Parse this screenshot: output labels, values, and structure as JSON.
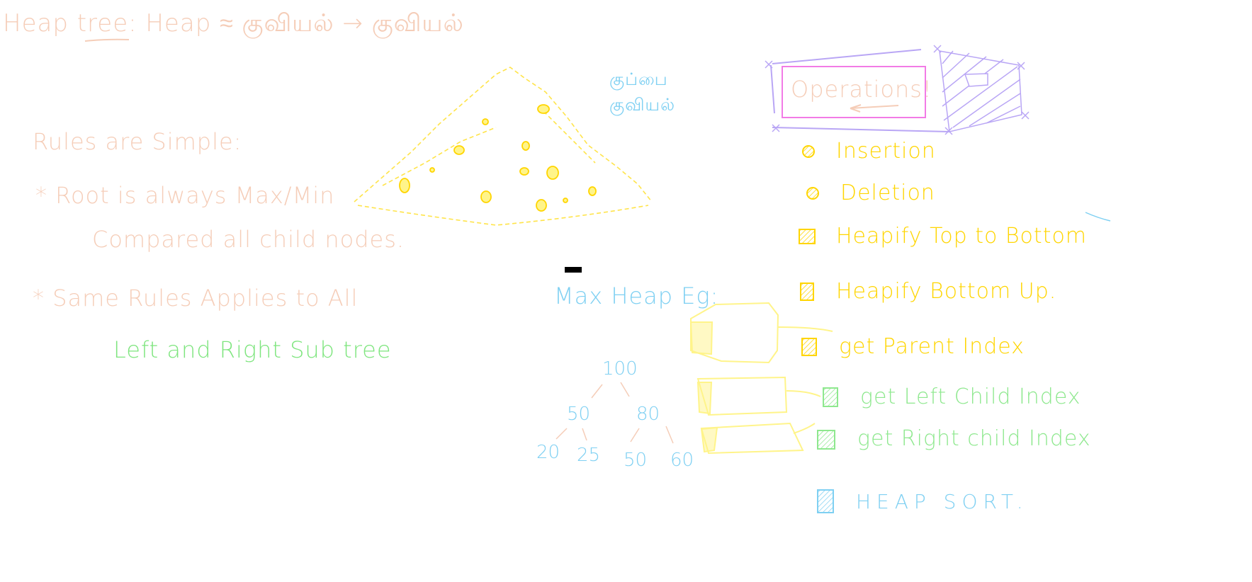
{
  "title": "Heap tree:   Heap ≈ குவியல் → குவியல்",
  "rules": {
    "heading": "Rules are Simple:",
    "rule1_line1": "*  Root is always Max/Min",
    "rule1_line2": "Compared all child nodes.",
    "rule2_line1": "*  Same Rules Applies to All",
    "rule2_line2": "Left and Right Sub tree"
  },
  "pile_label": {
    "line1": "குப்பை",
    "line2": "குவியல்"
  },
  "example": {
    "label": "Max Heap Eg:",
    "nodes": [
      "100",
      "50",
      "80",
      "20",
      "25",
      "50",
      "60"
    ]
  },
  "operations": {
    "title": "Operations!",
    "items": [
      {
        "label": "Insertion",
        "color": "#ffd500"
      },
      {
        "label": "Deletion",
        "color": "#ffd500"
      },
      {
        "label": "Heapify Top to Bottom",
        "color": "#ffd500"
      },
      {
        "label": "Heapify Bottom Up.",
        "color": "#ffd500"
      },
      {
        "label": "get Parent Index",
        "color": "#ffd500"
      },
      {
        "label": "get Left Child Index",
        "color": "#8ee88e"
      },
      {
        "label": "get Right child Index",
        "color": "#8ee88e"
      },
      {
        "label": "HEAP SORT.",
        "color": "#7fd0f2"
      }
    ]
  },
  "colors": {
    "peach": "#f5cdb8",
    "green": "#7ee57e",
    "blue": "#7fd0f2",
    "yellow": "#ffd500",
    "pale_yellow": "#fff48a",
    "lavender": "#b9a6f5",
    "magenta": "#f27be6"
  }
}
